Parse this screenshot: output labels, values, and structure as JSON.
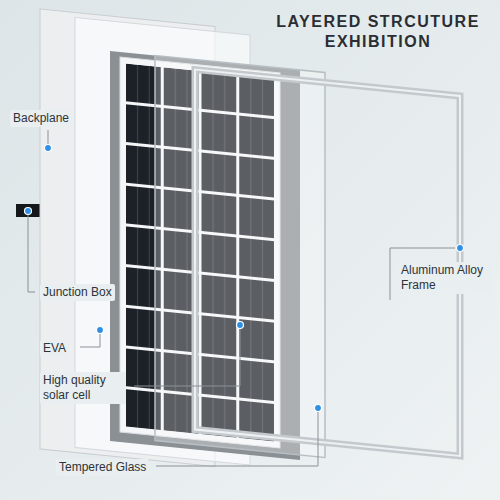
{
  "diagram": {
    "title": "LAYERED STRCUTURE EXHIBITION",
    "labels": [
      "Backplane",
      "Aluminum Alloy Frame",
      "Junction Box",
      "EVA",
      "High quality solar cell",
      "Tempered Glass"
    ]
  }
}
